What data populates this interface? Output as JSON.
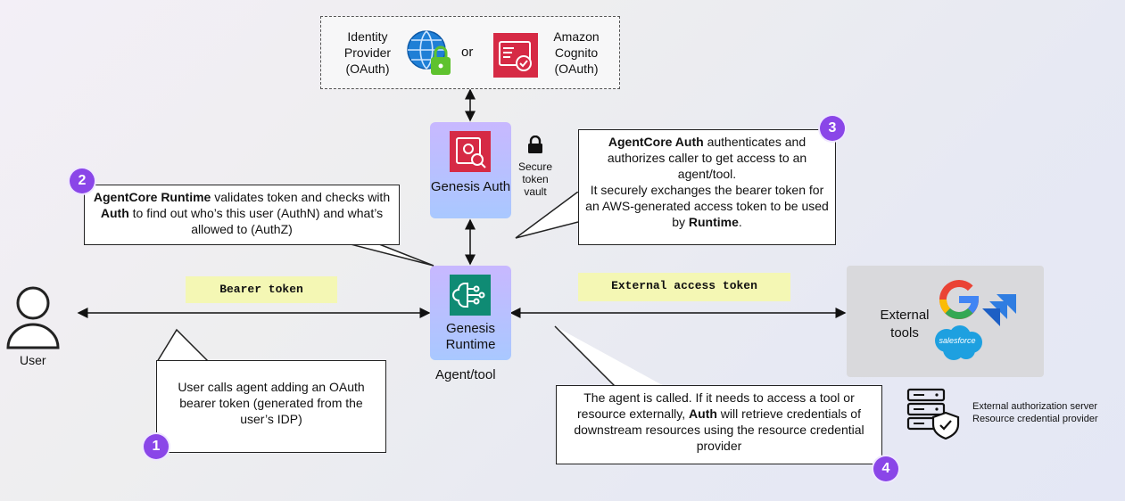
{
  "idp": {
    "identity_provider": "Identity Provider (OAuth)",
    "or": "or",
    "cognito": "Amazon Cognito (OAuth)"
  },
  "genesis_auth": {
    "label": "Genesis Auth"
  },
  "genesis_runtime": {
    "label": "Genesis Runtime"
  },
  "agent_tool": "Agent/tool",
  "vault": {
    "label": "Secure token vault"
  },
  "user": {
    "label": "User"
  },
  "tokens": {
    "bearer": "Bearer token",
    "external": "External access token"
  },
  "external_tools": {
    "label": "External tools",
    "salesforce": "salesforce"
  },
  "ext_auth": {
    "line1": "External authorization server",
    "line2": "Resource credential provider"
  },
  "callouts": {
    "c1": {
      "badge": "1",
      "text": "User calls agent adding an OAuth bearer token (generated from the user’s IDP)"
    },
    "c2": {
      "badge": "2",
      "b1": "AgentCore Runtime",
      "t1": " validates token and checks with ",
      "b2": "Auth",
      "t2": " to find out who’s this user (AuthN) and what’s allowed to (AuthZ)"
    },
    "c3": {
      "badge": "3",
      "b1": "AgentCore Auth",
      "t1": " authenticates and authorizes caller to get access to an agent/tool.",
      "t2": "It securely exchanges the bearer token for an AWS-generated access token to be used by ",
      "b2": "Runtime",
      "t3": "."
    },
    "c4": {
      "badge": "4",
      "t1": "The agent is called. If it needs to access a tool or resource externally, ",
      "b1": "Auth",
      "t2": " will retrieve credentials of downstream resources using the resource credential provider"
    }
  },
  "colors": {
    "badge": "#8a46e8",
    "token_bg": "#f4f7b4",
    "auth_icon": "#d62a45",
    "runtime_icon": "#0f8b74",
    "jira": "#2f7de1",
    "salesforce": "#1ea0e0"
  }
}
